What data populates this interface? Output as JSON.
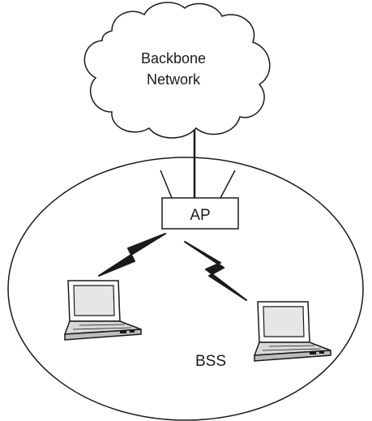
{
  "diagram": {
    "cloud_label_line1": "Backbone",
    "cloud_label_line2": "Network",
    "ap_label": "AP",
    "bss_label": "BSS"
  },
  "colors": {
    "stroke": "#1a1a1a",
    "fill": "#ffffff",
    "laptop_screen": "#e6e6e6",
    "laptop_base": "#d0d0d0"
  },
  "icons": [
    "cloud-icon",
    "access-point-icon",
    "antenna-icon",
    "lightning-bolt-icon",
    "laptop-icon"
  ]
}
